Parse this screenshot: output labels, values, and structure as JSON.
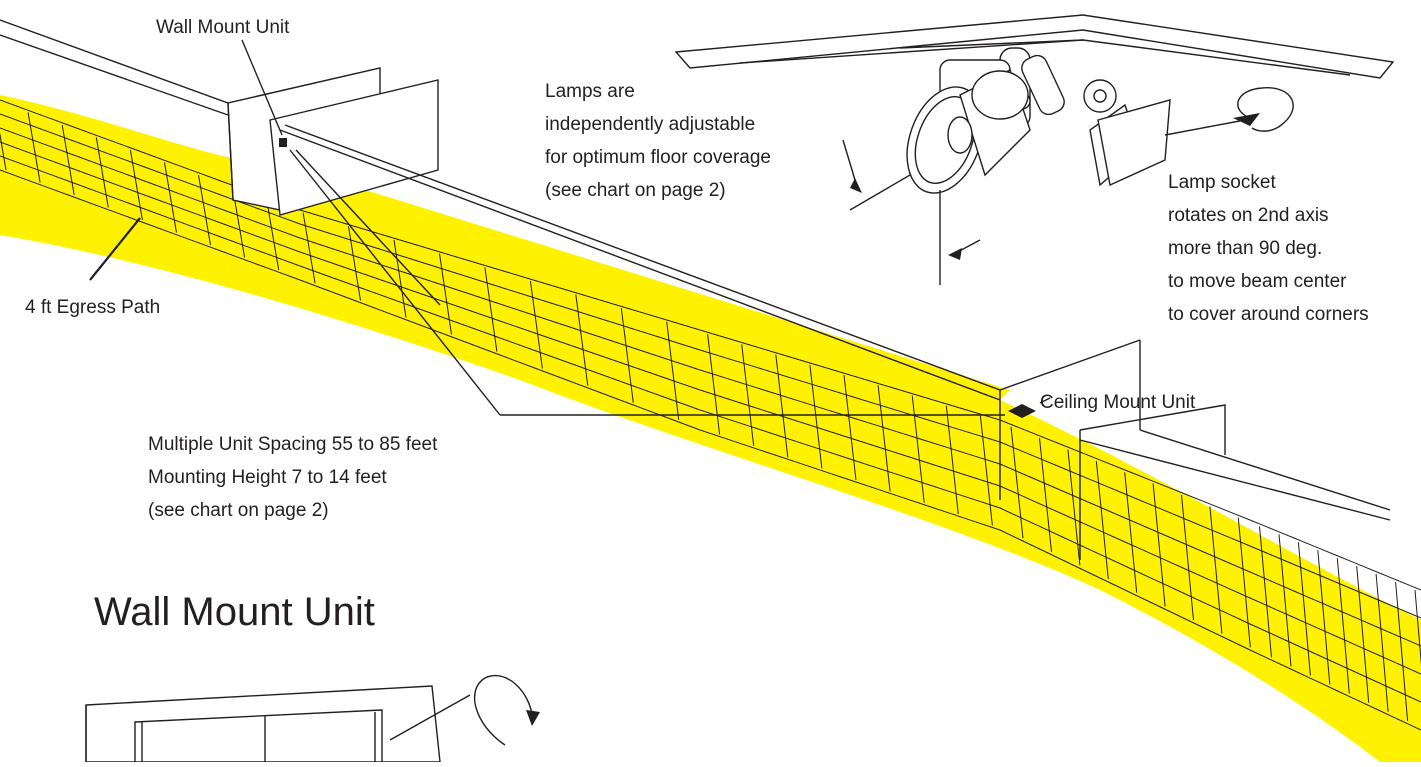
{
  "labels": {
    "wall_mount_top": "Wall Mount Unit",
    "lamps_line1": "Lamps are",
    "lamps_line2": "independently adjustable",
    "lamps_line3": "for optimum floor coverage",
    "lamps_line4": "(see chart on page 2)",
    "socket_line1": "Lamp socket",
    "socket_line2": "rotates on 2nd axis",
    "socket_line3": "more than 90 deg.",
    "socket_line4": "to move beam center",
    "socket_line5": "to cover  around corners",
    "egress": "4 ft  Egress Path",
    "ceiling_mount": "Ceiling Mount Unit",
    "spacing_line1": "Multiple Unit Spacing 55 to 85 feet",
    "spacing_line2": "Mounting Height 7 to 14 feet",
    "spacing_line3": "(see chart on page 2)",
    "wall_mount_heading": "Wall Mount Unit"
  },
  "colors": {
    "beam": "#fff200",
    "ink": "#231f20",
    "background": "#ffffff"
  },
  "icons": [
    "rotate-arrow-icon",
    "rotate-arrow-icon-2"
  ]
}
